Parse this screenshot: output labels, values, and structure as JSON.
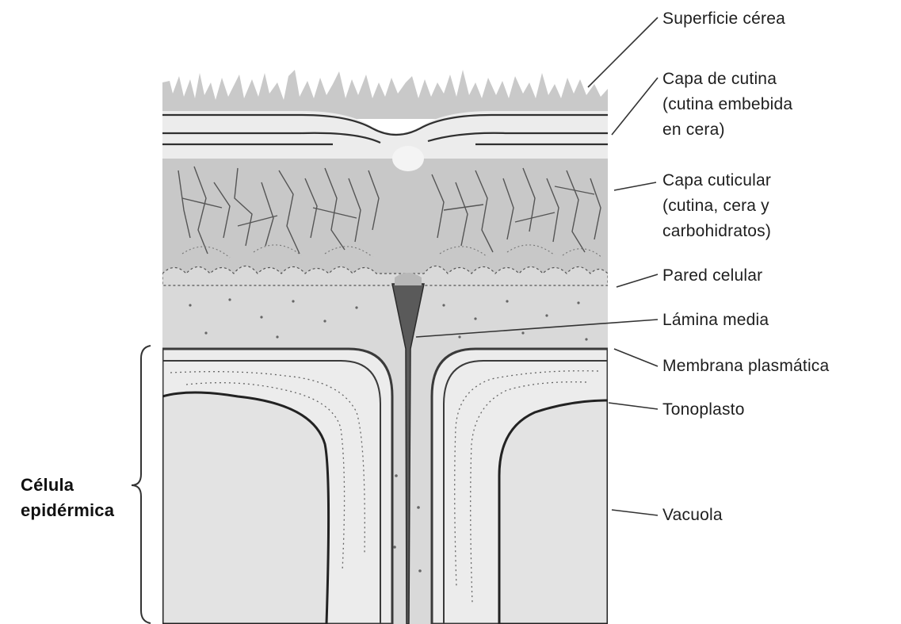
{
  "diagram": {
    "labels": {
      "superficie_cerea": "Superficie cérea",
      "capa_cutina": "Capa de cutina\n(cutina embebida\n en cera)",
      "capa_cuticular": "Capa cuticular\n(cutina, cera y\ncarbohidratos)",
      "pared_celular": "Pared celular",
      "lamina_media": "Lámina media",
      "membrana_plasmatica": "Membrana plasmática",
      "tonoplasto": "Tonoplasto",
      "vacuola": "Vacuola",
      "celula_epidermica": "Célula\nepidérmica"
    },
    "colors": {
      "wax": "#c9c9c9",
      "cutin_layer": "#e9e9e9",
      "cuticular_layer": "#c7c7c7",
      "cell_wall": "#d6d6d6",
      "vacuole": "#e2e2e2",
      "middle_lamella": "#5a5a5a",
      "line": "#2b2b2b"
    }
  }
}
